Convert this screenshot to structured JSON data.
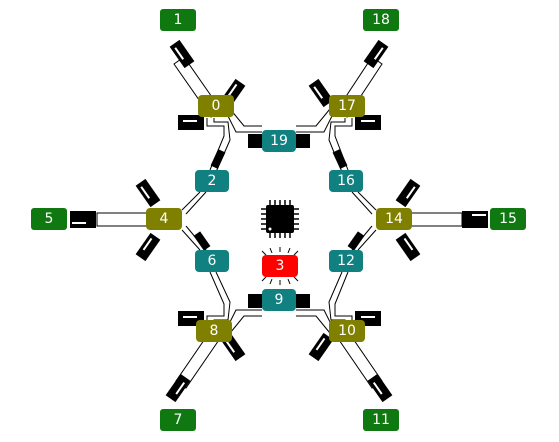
{
  "diagram": {
    "node_colors": {
      "outer": "#107810",
      "vertex": "#808000",
      "mid": "#108080",
      "center": "#ff0000",
      "component": "#000000"
    },
    "outer_nodes": [
      {
        "id": "1",
        "label": "1"
      },
      {
        "id": "18",
        "label": "18"
      },
      {
        "id": "5",
        "label": "5"
      },
      {
        "id": "15",
        "label": "15"
      },
      {
        "id": "7",
        "label": "7"
      },
      {
        "id": "11",
        "label": "11"
      }
    ],
    "vertex_nodes": [
      {
        "id": "0",
        "label": "0"
      },
      {
        "id": "17",
        "label": "17"
      },
      {
        "id": "4",
        "label": "4"
      },
      {
        "id": "14",
        "label": "14"
      },
      {
        "id": "8",
        "label": "8"
      },
      {
        "id": "10",
        "label": "10"
      }
    ],
    "mid_nodes": [
      {
        "id": "19",
        "label": "19"
      },
      {
        "id": "2",
        "label": "2"
      },
      {
        "id": "16",
        "label": "16"
      },
      {
        "id": "6",
        "label": "6"
      },
      {
        "id": "12",
        "label": "12"
      },
      {
        "id": "9",
        "label": "9"
      }
    ],
    "center_node": {
      "id": "3",
      "label": "3"
    },
    "chip_icon": "microchip-icon"
  }
}
